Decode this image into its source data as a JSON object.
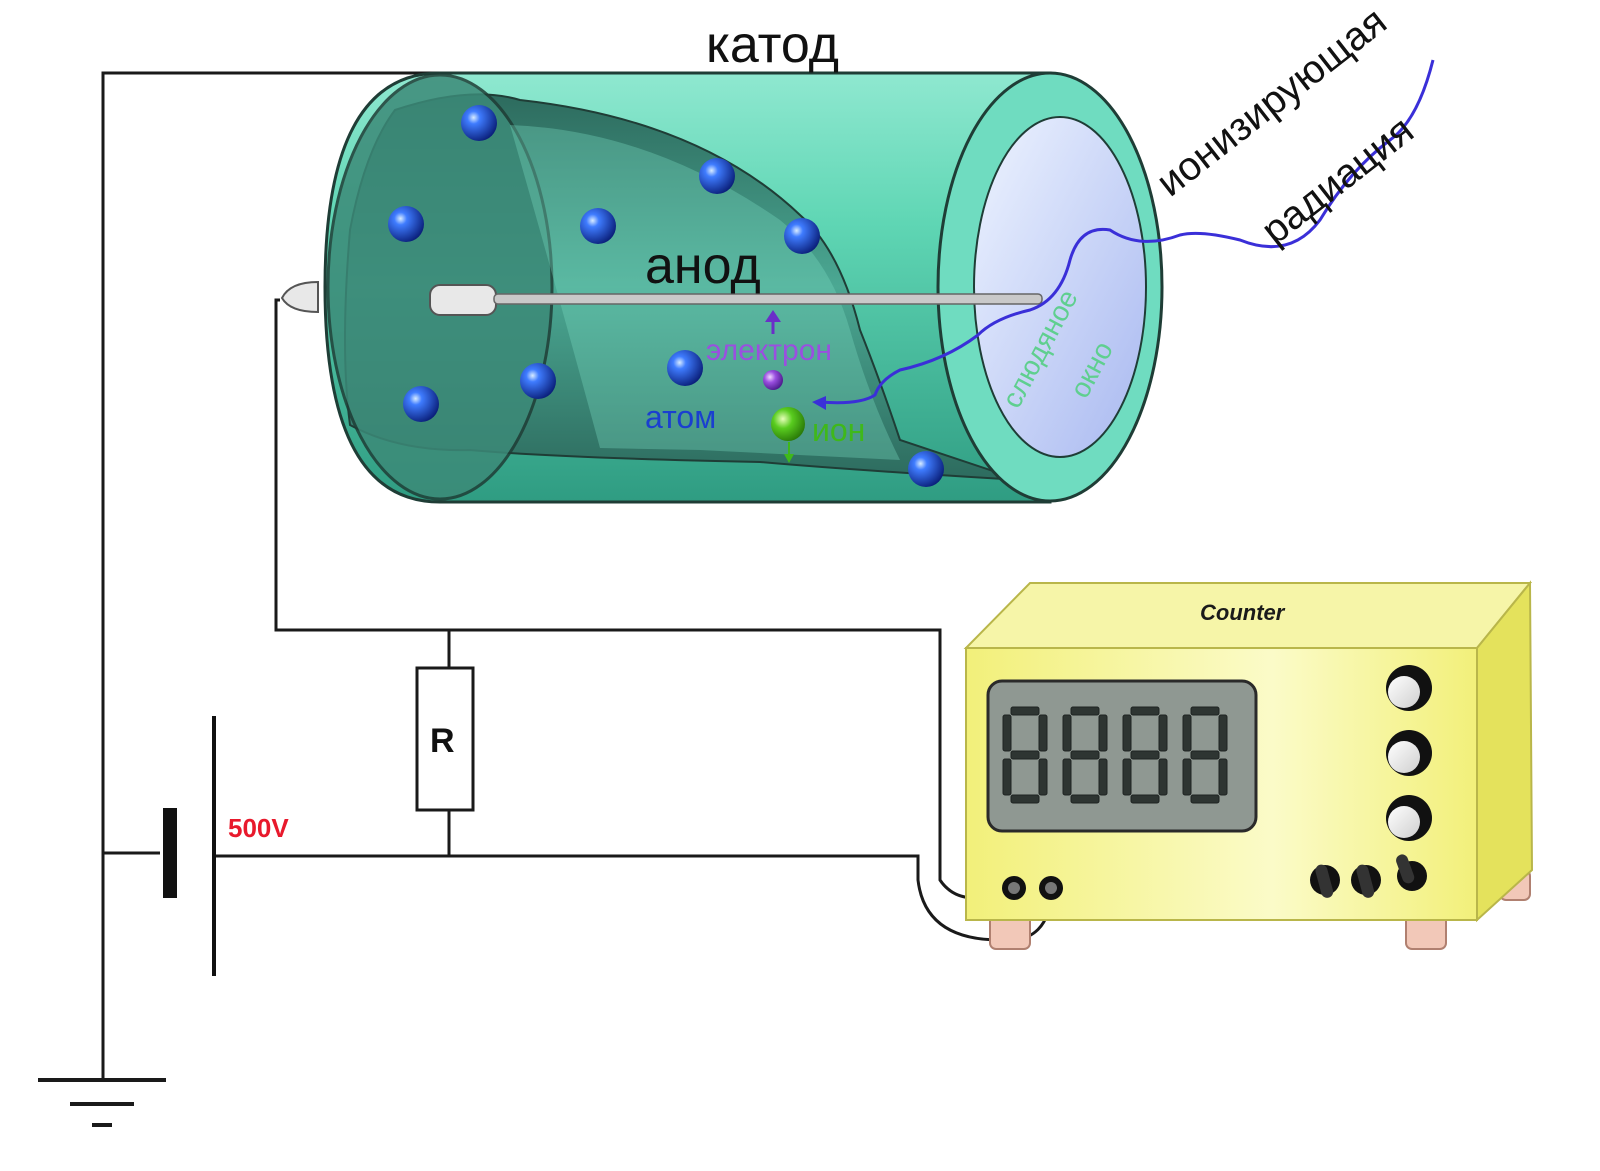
{
  "labels": {
    "cathode": "катод",
    "anode": "анод",
    "electron": "электрон",
    "atom": "атом",
    "ion": "ион",
    "mica_window_line1": "слюдяное",
    "mica_window_line2": "окно",
    "radiation_line1": "ионизирующая",
    "radiation_line2": "радиация",
    "resistor": "R",
    "voltage": "500V",
    "counter_title": "Counter",
    "display_value": "8888"
  },
  "colors": {
    "tube": "#5fd6b4",
    "tube_dark": "#2f7f6c",
    "atom": "#1a3fd0",
    "electron": "#8a3fd8",
    "ion": "#3fb81a",
    "radiation": "#3a2fd8",
    "voltage": "#e8192c",
    "counter_body": "#f4f48a",
    "display_bg": "#8f9892"
  },
  "icons": [
    "ground-icon",
    "battery-icon",
    "resistor-icon",
    "knob-icon",
    "toggle-switch-icon",
    "terminal-socket-icon"
  ]
}
